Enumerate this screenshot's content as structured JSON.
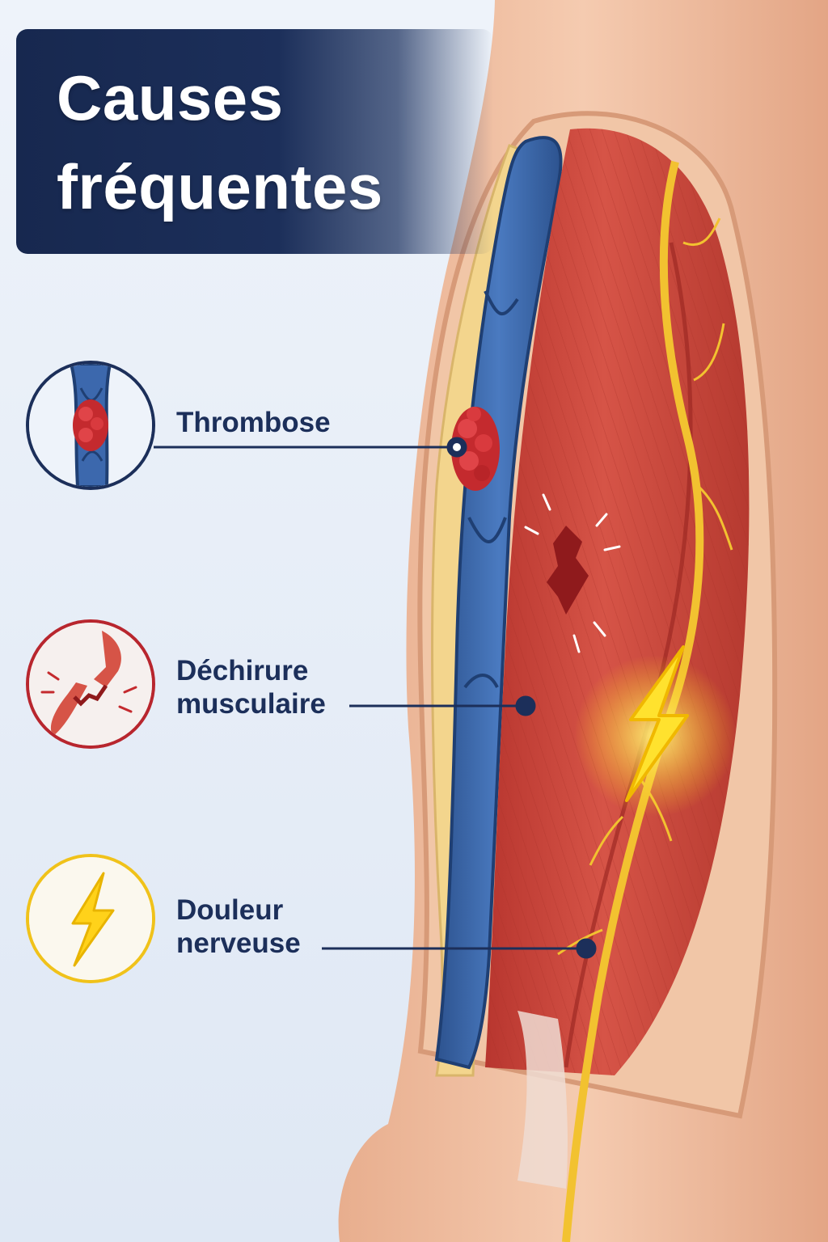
{
  "title": {
    "line1": "Causes",
    "line2": "fréquentes"
  },
  "causes": [
    {
      "label_lines": [
        "Thrombose"
      ],
      "icon": "blood-clot-icon",
      "accent": "#1c2f5a"
    },
    {
      "label_lines": [
        "Déchirure",
        "musculaire"
      ],
      "icon": "torn-muscle-icon",
      "accent": "#b8262e"
    },
    {
      "label_lines": [
        "Douleur",
        "nerveuse"
      ],
      "icon": "lightning-bolt-icon",
      "accent": "#f0c21a"
    }
  ],
  "colors": {
    "navy": "#1c2f5a",
    "muscle": "#c8443a",
    "vein": "#3c68ad",
    "nerve": "#f2c230",
    "skin": "#f0c3a5",
    "fat": "#f3d58d"
  }
}
